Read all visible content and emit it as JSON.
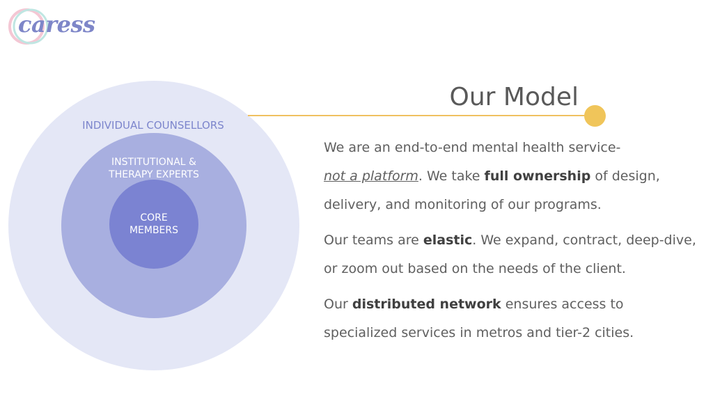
{
  "logo": {
    "text": "caress"
  },
  "diagram": {
    "outer_label": "INDIVIDUAL COUNSELLORS",
    "middle_label_line1": "INSTITUTIONAL &",
    "middle_label_line2": "THERAPY EXPERTS",
    "inner_label_line1": "CORE",
    "inner_label_line2": "MEMBERS",
    "colors": {
      "outer": "#e4e7f6",
      "middle": "#a8afe0",
      "inner": "#7b83d2",
      "accent": "#f0c55a"
    }
  },
  "title": "Our Model",
  "paragraphs": {
    "p1": {
      "text1": "We are an end-to-end mental health service-",
      "emphasis": "not a platform",
      "text2": ". We take ",
      "bold": "full ownership",
      "text3": " of design, delivery, and monitoring of our programs."
    },
    "p2": {
      "text1": "Our teams are ",
      "bold": "elastic",
      "text2": ". We expand, contract, deep-dive, or zoom out based on the needs of the client."
    },
    "p3": {
      "text1": "Our ",
      "bold": "distributed network",
      "text2": " ensures access to specialized services in metros and tier-2 cities."
    }
  }
}
